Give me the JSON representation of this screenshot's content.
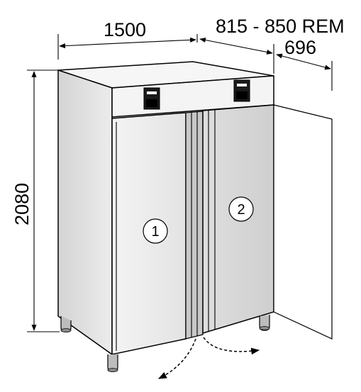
{
  "dimensions": {
    "width": "1500",
    "depth_range": "815 - 850 REM",
    "depth": "696",
    "height": "2080"
  },
  "callouts": {
    "left_door": "1",
    "right_door": "2"
  },
  "icons": {
    "left_controller": "control-panel-icon",
    "right_controller": "control-panel-icon",
    "door_swing": "dashed-arrow-icon"
  }
}
